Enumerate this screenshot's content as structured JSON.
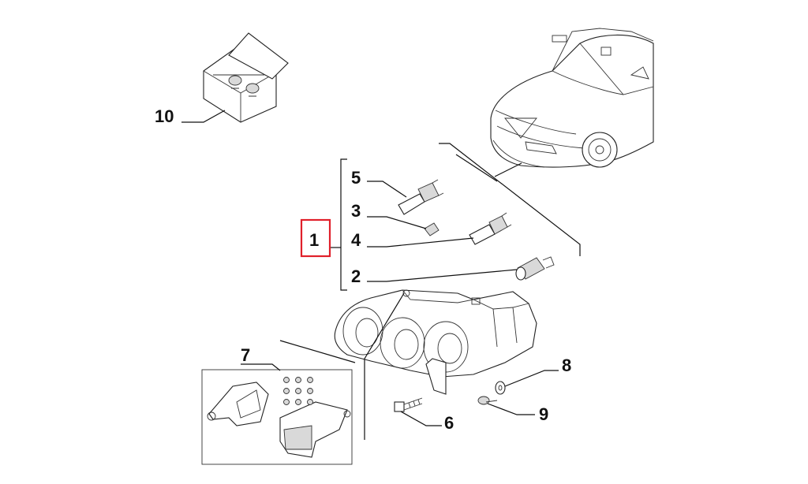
{
  "diagram": {
    "callouts": {
      "c1": "1",
      "c2": "2",
      "c3": "3",
      "c4": "4",
      "c5": "5",
      "c6": "6",
      "c7": "7",
      "c8": "8",
      "c9": "9",
      "c10": "10"
    },
    "highlight_color": "#e0202a"
  }
}
